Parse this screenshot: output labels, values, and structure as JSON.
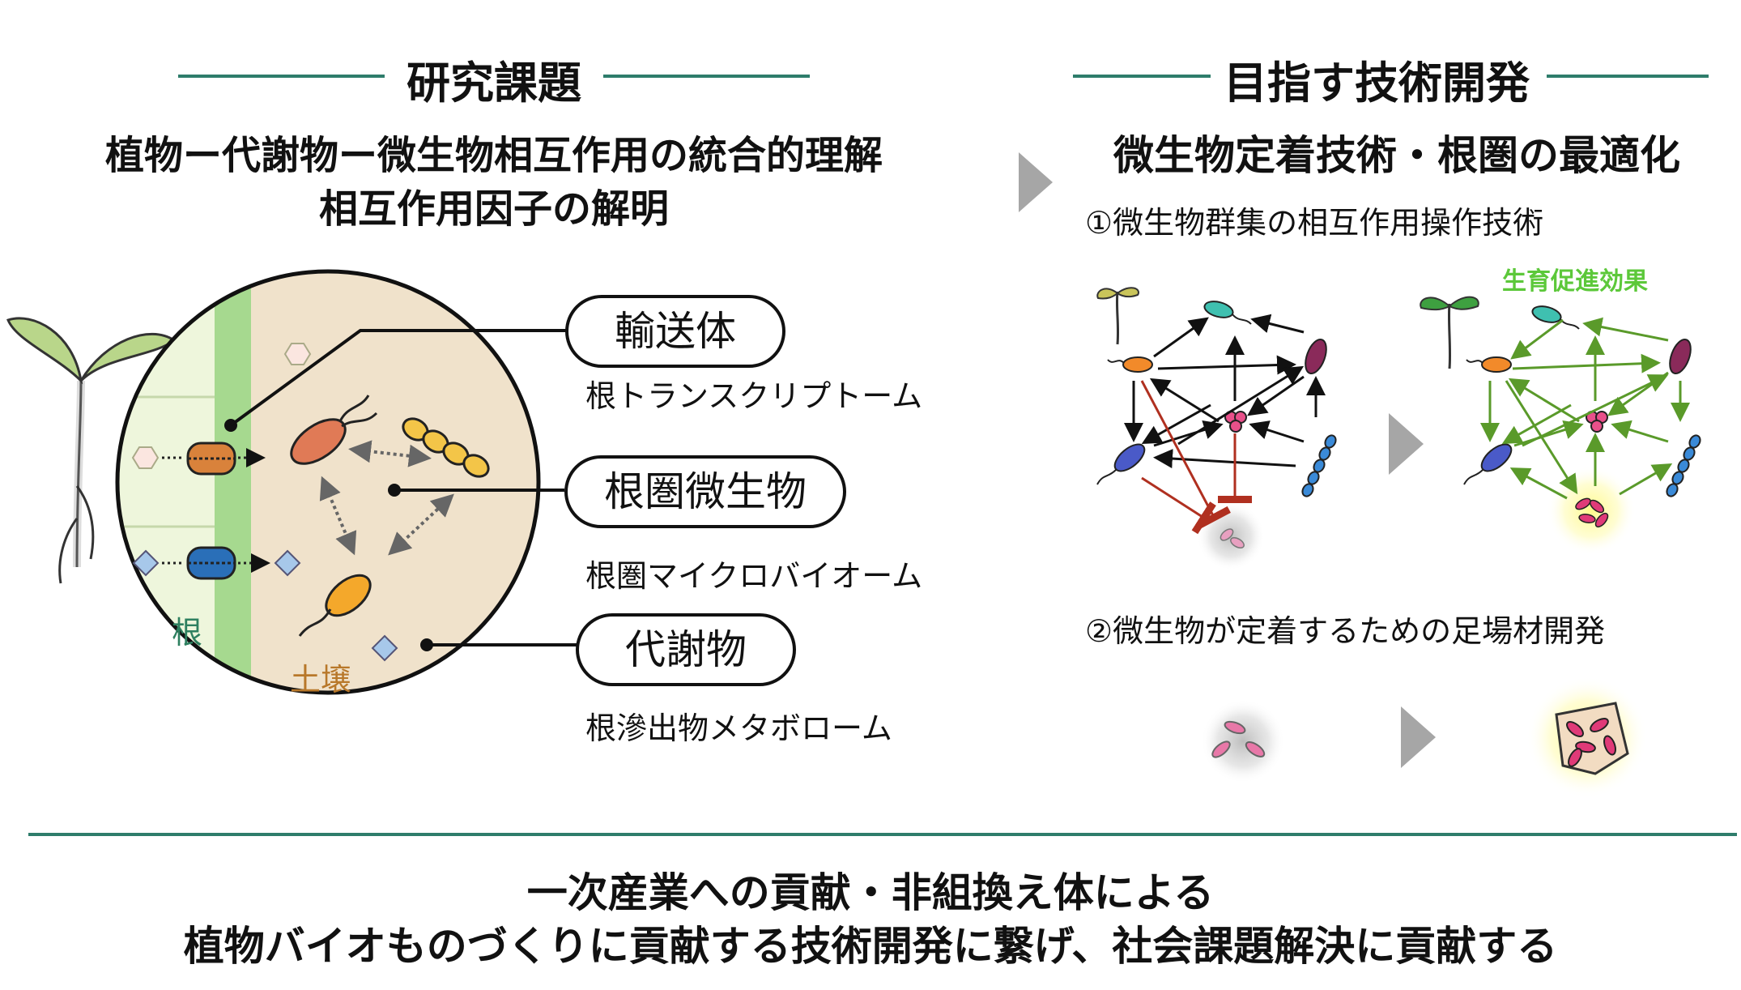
{
  "left": {
    "section_title": "研究課題",
    "headline_line1": "植物ー代謝物ー微生物相互作用の統合的理解",
    "headline_line2": "相互作用因子の解明",
    "labels": [
      {
        "pill": "輸送体",
        "caption": "根トランスクリプトーム"
      },
      {
        "pill": "根圏微生物",
        "caption": "根圏マイクロバイオーム"
      },
      {
        "pill": "代謝物",
        "caption": "根滲出物メタボローム"
      }
    ],
    "root_label": "根",
    "soil_label": "土壌"
  },
  "right": {
    "section_title": "目指す技術開発",
    "headline": "微生物定着技術・根圏の最適化",
    "item1": "①微生物群集の相互作用操作技術",
    "growth_label": "生育促進効果",
    "item2": "②微生物が定着するための足場材開発"
  },
  "bottom": {
    "line1": "一次産業への貢献・非組換え体による",
    "line2": "植物バイオものづくりに貢献する技術開発に繋げ、社会課題解決に貢献する"
  },
  "colors": {
    "accent_line": "#2e7d6b",
    "soil_fill": "#f0e2cb",
    "root_green": "#a6d98f",
    "inhibit_red": "#b03020",
    "promote_green": "#5a9a2a",
    "growth_text": "#5cc83a",
    "arrow_grey": "#a6a6a6"
  }
}
